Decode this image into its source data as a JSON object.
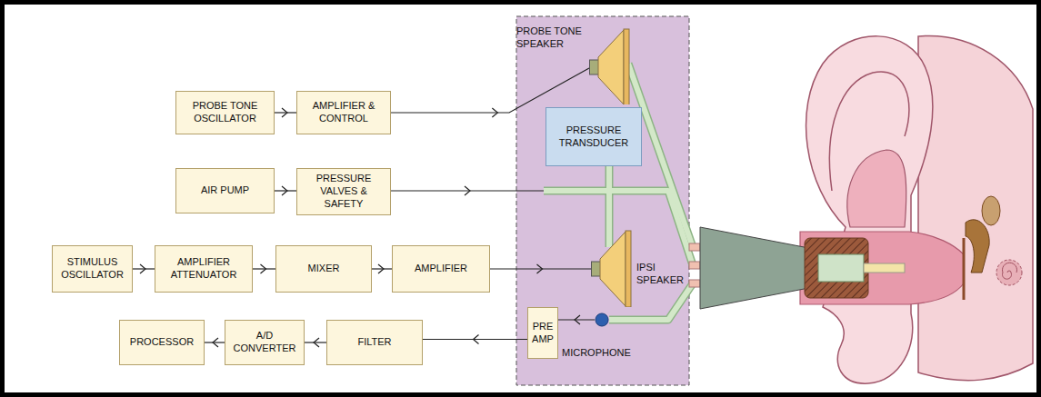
{
  "diagram": {
    "nodes": [
      {
        "text": [
          "PROBE TONE OSCILLATOR"
        ]
      },
      {
        "text": [
          "AMPLIFIER & CONTROL"
        ]
      },
      {
        "text": [
          "PROBE TONE SPEAKER"
        ]
      },
      {
        "text": [
          "PRESSURE TRANSDUCER"
        ]
      },
      {
        "text": [
          "AIR PUMP"
        ]
      },
      {
        "text": [
          "PRESSURE VALVES & SAFETY"
        ]
      },
      {
        "text": [
          "STIMULUS OSCILLATOR"
        ]
      },
      {
        "text": [
          "AMPLIFIER ATTENUATOR"
        ]
      },
      {
        "text": [
          "MIXER"
        ]
      },
      {
        "text": [
          "AMPLIFIER"
        ]
      },
      {
        "text": [
          "IPSI SPEAKER"
        ]
      },
      {
        "text": [
          "PROCESSOR"
        ]
      },
      {
        "text": [
          "A/D CONVERTER"
        ]
      },
      {
        "text": [
          "FILTER"
        ]
      },
      {
        "text": [
          "PRE AMP"
        ]
      },
      {
        "text": [
          "MICROPHONE"
        ]
      }
    ],
    "edges": [
      {
        "from": 0,
        "to": 1,
        "arrow": "to"
      },
      {
        "from": 1,
        "to": 2,
        "arrow": "to"
      },
      {
        "from": 4,
        "to": 5,
        "arrow": "to"
      },
      {
        "from": 6,
        "to": 7,
        "arrow": "to"
      },
      {
        "from": 7,
        "to": 8,
        "arrow": "to"
      },
      {
        "from": 8,
        "to": 9,
        "arrow": "to"
      },
      {
        "from": 9,
        "to": 10,
        "arrow": "to"
      },
      {
        "from": 15,
        "to": 14,
        "arrow": "to"
      },
      {
        "from": 14,
        "to": 13,
        "arrow": "to"
      },
      {
        "from": 13,
        "to": 12,
        "arrow": "to"
      },
      {
        "from": 12,
        "to": 11,
        "arrow": "to"
      }
    ]
  }
}
